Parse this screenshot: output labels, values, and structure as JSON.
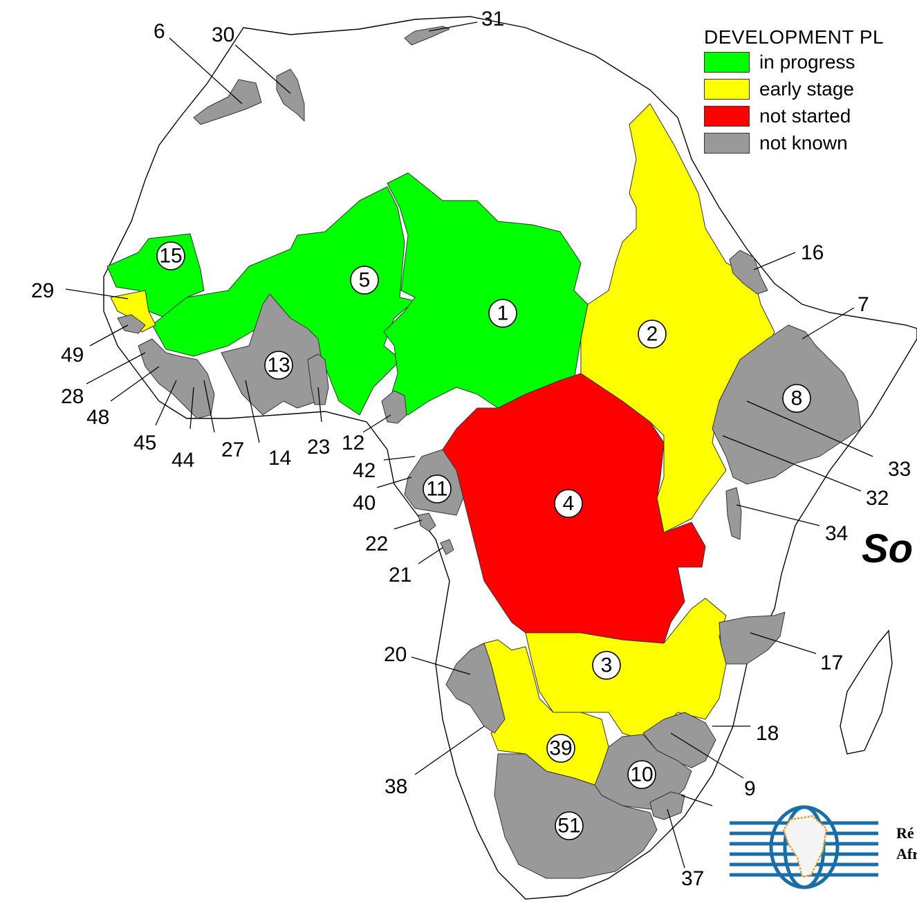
{
  "legend": {
    "title": "DEVELOPMENT PL",
    "items": [
      {
        "label": "in progress",
        "color": "#00ff00"
      },
      {
        "label": "early stage",
        "color": "#ffff00"
      },
      {
        "label": "not started",
        "color": "#ff0000"
      },
      {
        "label": "not known",
        "color": "#999999"
      }
    ]
  },
  "overlay_text": "So",
  "logo_text_line1": "Ré",
  "logo_text_line2": "Afr",
  "badges": {
    "b1": "1",
    "b2": "2",
    "b3": "3",
    "b4": "4",
    "b5": "5",
    "b8": "8",
    "b10": "10",
    "b11": "11",
    "b13": "13",
    "b15": "15",
    "b39": "39",
    "b51": "51"
  },
  "callouts": {
    "c6": "6",
    "c30": "30",
    "c31": "31",
    "c16": "16",
    "c7": "7",
    "c29": "29",
    "c49": "49",
    "c28": "28",
    "c48": "48",
    "c45": "45",
    "c44": "44",
    "c27": "27",
    "c14": "14",
    "c23": "23",
    "c12": "12",
    "c42": "42",
    "c40": "40",
    "c22": "22",
    "c21": "21",
    "c33": "33",
    "c32": "32",
    "c34": "34",
    "c20": "20",
    "c17": "17",
    "c18": "18",
    "c38": "38",
    "c9": "9",
    "c37": "37"
  },
  "colors": {
    "in_progress": "#00ff00",
    "early_stage": "#ffff00",
    "not_started": "#ff0000",
    "not_known": "#999999"
  }
}
